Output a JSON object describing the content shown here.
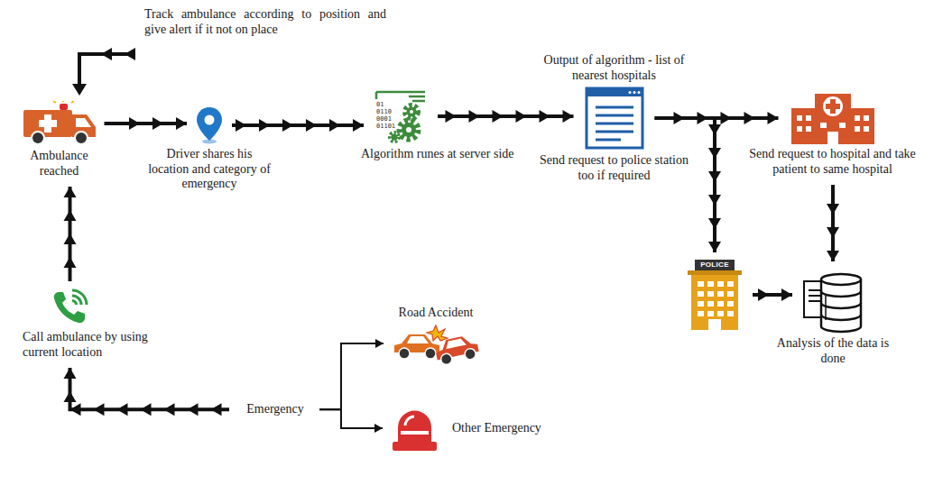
{
  "diagram": {
    "nodes": [
      {
        "text": [
          "Ambulance reached"
        ]
      },
      {
        "text": [
          "Driver shares his location and category of emergency"
        ]
      },
      {
        "text": [
          "Algorithm runes at server side"
        ]
      },
      {
        "text": [
          "Output of algorithm - list of nearest hospitals",
          "Send request to police station too if required"
        ]
      },
      {
        "text": [
          "Send request to hospital and take patient to same hospital"
        ]
      },
      {
        "text": [
          "POLICE"
        ]
      },
      {
        "text": [
          "Analysis of the data is done"
        ]
      },
      {
        "text": [
          "Call ambulance by using current location"
        ]
      },
      {
        "text": [
          "Emergency"
        ]
      },
      {
        "text": [
          "Road Accident"
        ]
      },
      {
        "text": [
          "Other Emergency"
        ]
      }
    ],
    "edges": [
      {
        "from": 0,
        "to": 1,
        "arrow": "to"
      },
      {
        "from": 1,
        "to": 2,
        "arrow": "to"
      },
      {
        "from": 2,
        "to": 3,
        "arrow": "to"
      },
      {
        "from": 3,
        "to": 4,
        "arrow": "to"
      },
      {
        "from": 3,
        "to": 5,
        "arrow": "to"
      },
      {
        "from": 4,
        "to": 6,
        "arrow": "to"
      },
      {
        "from": 5,
        "to": 6,
        "arrow": "to"
      },
      {
        "from": 8,
        "to": 7,
        "arrow": "to"
      },
      {
        "from": 7,
        "to": 0,
        "arrow": "to"
      },
      {
        "from": 8,
        "to": 9,
        "arrow": "to"
      },
      {
        "from": 8,
        "to": 10,
        "arrow": "to"
      }
    ],
    "labels": [
      "Track ambulance according to position and give alert if it not on place",
      "01 0110 0001 01101"
    ]
  }
}
